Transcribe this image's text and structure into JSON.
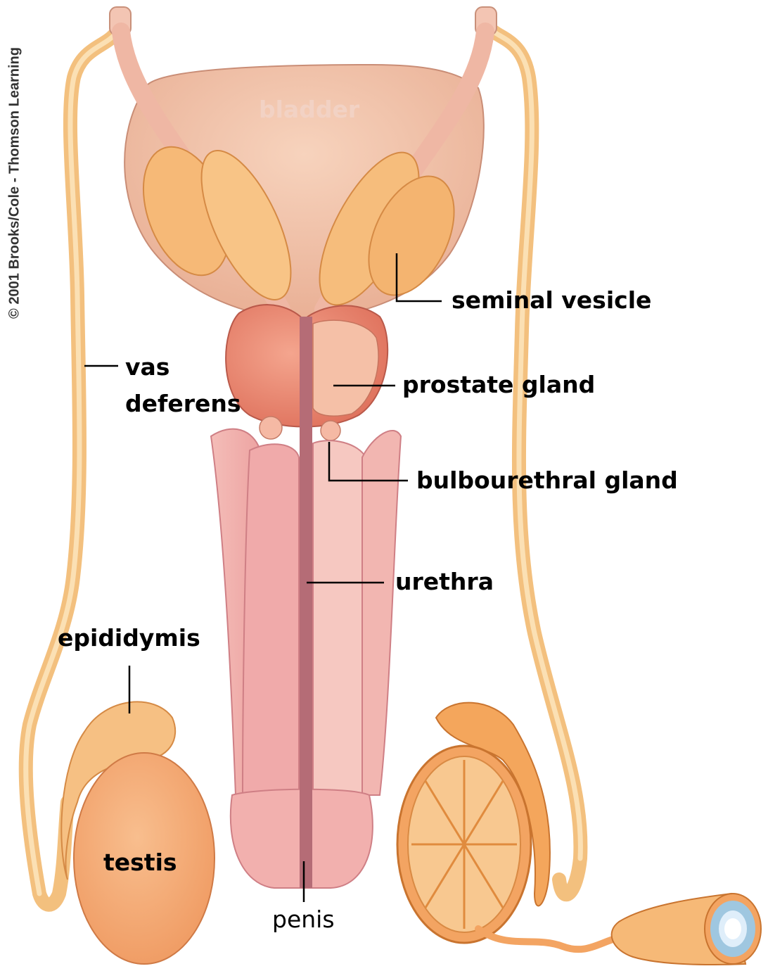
{
  "copyright": "© 2001 Brooks/Cole - Thomson Learning",
  "labels": {
    "bladder": "bladder",
    "seminal_vesicle": "seminal vesicle",
    "vas_deferens_line1": "vas",
    "vas_deferens_line2": "deferens",
    "prostate_gland": "prostate gland",
    "bulbourethral_gland": "bulbourethral gland",
    "urethra": "urethra",
    "epididymis": "epididymis",
    "testis": "testis",
    "penis": "penis"
  },
  "colors": {
    "bladder": "#f0c0a4",
    "duct": "#f6c98a",
    "gland": "#f4b574",
    "prostate": "#e98a70",
    "penis": "#f2b3b0",
    "urethra": "#b9707a",
    "testis": "#f4a672",
    "leader_line": "#000000"
  }
}
